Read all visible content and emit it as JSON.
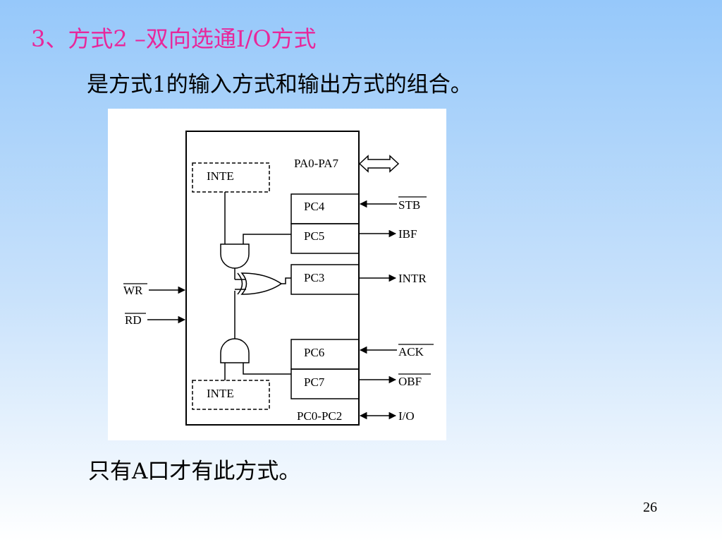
{
  "slide": {
    "title": "3、方式2 –双向选通I/O方式",
    "subtitle": "是方式1的输入方式和输出方式的组合。",
    "note": "只有A口才有此方式。",
    "page_number": "26"
  },
  "diagram": {
    "inte_top": "INTE",
    "inte_bottom": "INTE",
    "port_a": "PA0-PA7",
    "port_c_low": "PC0-PC2",
    "registers": {
      "pc4": "PC4",
      "pc5": "PC5",
      "pc3": "PC3",
      "pc6": "PC6",
      "pc7": "PC7"
    },
    "signals": {
      "stb": "STB",
      "ibf": "IBF",
      "intr": "INTR",
      "ack": "ACK",
      "obf": "OBF",
      "io": "I/O",
      "wr": "WR",
      "rd": "RD"
    }
  }
}
